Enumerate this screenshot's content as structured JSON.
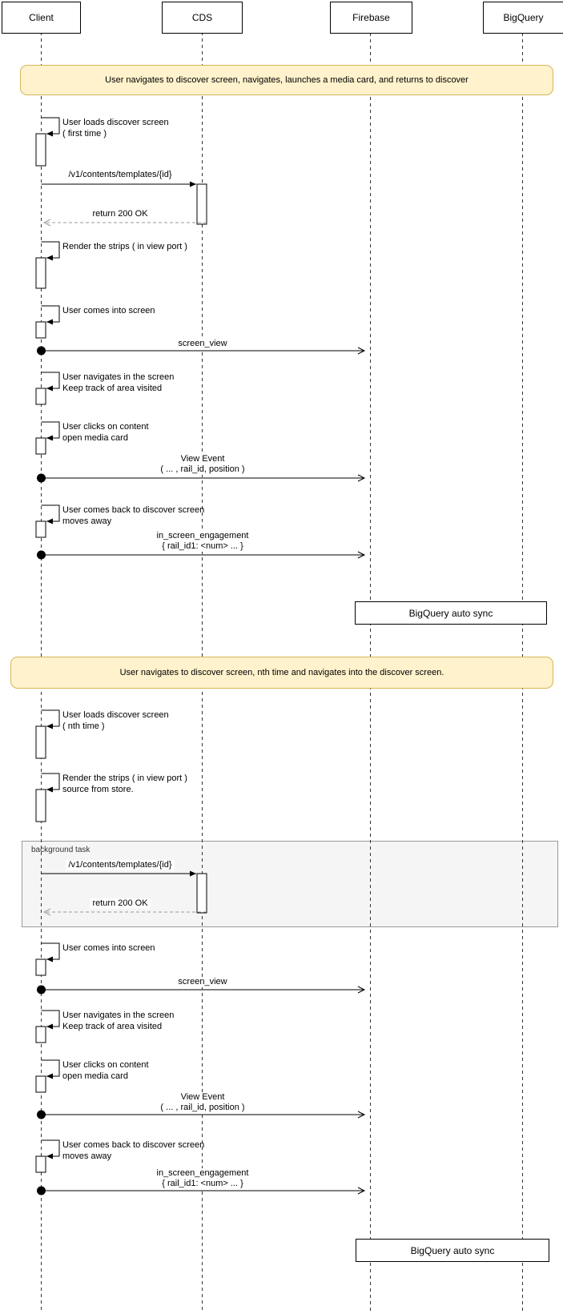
{
  "actors": {
    "client": "Client",
    "cds": "CDS",
    "firebase": "Firebase",
    "bigquery": "BigQuery"
  },
  "banners": {
    "first": "User navigates to discover screen, navigates, launches a media card, and returns to discover",
    "second": "User navigates to discover screen, nth time and navigates into the discover screen."
  },
  "messages": {
    "load_discover": "User loads discover screen",
    "first_time": "( first time )",
    "nth_time": "( nth time )",
    "fetch_templates": "/v1/contents/templates/{id}",
    "return_ok": "return 200 OK",
    "render_strips": "Render the strips ( in view port )",
    "source_from_store": "source from store.",
    "comes_into_screen": "User comes into screen",
    "screen_view": "screen_view",
    "navigates_in_screen": "User navigates in the screen",
    "keep_track": "Keep track of area visited",
    "clicks_content": "User clicks on content",
    "open_media_card": "open media card",
    "view_event": "View Event",
    "view_event_params": "( ... , rail_id, position )",
    "comes_back": "User comes back to discover screen",
    "moves_away": "moves away",
    "in_screen_engagement": "in_screen_engagement",
    "engagement_params": "{ rail_id1: <num> ... }",
    "background_task": "background task",
    "bigquery_auto_sync": "BigQuery auto sync"
  },
  "colors": {
    "banner_fill": "#fff2cc",
    "banner_border": "#d6b656",
    "frame_fill": "#f5f5f5",
    "frame_border": "#999999",
    "return_arrow": "#999999",
    "line": "#000000"
  }
}
